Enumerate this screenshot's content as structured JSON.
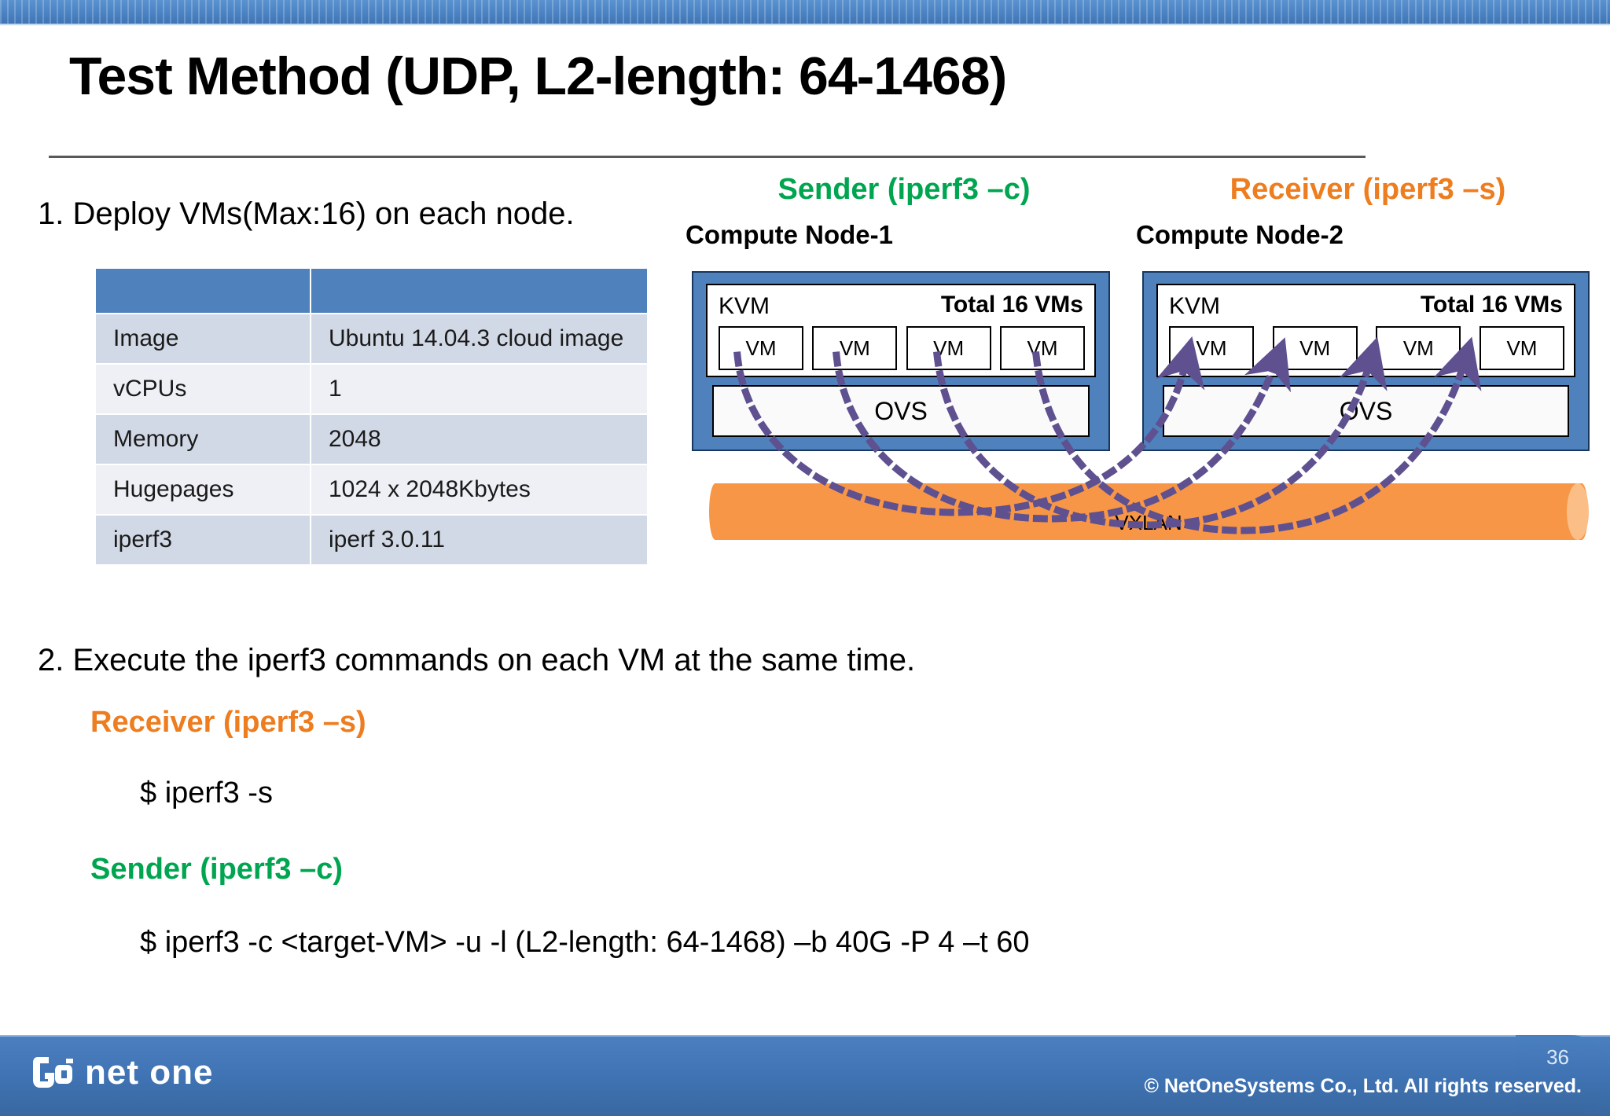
{
  "slide": {
    "title": "Test Method (UDP, L2-length: 64-1468)",
    "step1": "1. Deploy VMs(Max:16) on each node.",
    "step2": "2. Execute the iperf3 commands on each VM at the same time."
  },
  "spec_table": {
    "header": [
      "",
      ""
    ],
    "rows": [
      {
        "key": "Image",
        "value": "Ubuntu 14.04.3 cloud image"
      },
      {
        "key": "vCPUs",
        "value": "1"
      },
      {
        "key": "Memory",
        "value": "2048"
      },
      {
        "key": "Hugepages",
        "value": "1024 x 2048Kbytes"
      },
      {
        "key": "iperf3",
        "value": "iperf 3.0.11"
      }
    ]
  },
  "commands": {
    "receiver_label": "Receiver (iperf3 –s)",
    "receiver_cmd": "$ iperf3 -s",
    "sender_label": "Sender (iperf3 –c)",
    "sender_cmd": "$ iperf3 -c <target-VM> -u -l (L2-length: 64-1468) –b 40G -P 4 –t 60"
  },
  "diagram": {
    "sender_header": "Sender (iperf3 –c)",
    "receiver_header": "Receiver (iperf3 –s)",
    "node1": {
      "label": "Compute Node-1",
      "kvm": "KVM",
      "total": "Total 16 VMs",
      "vms": [
        "VM",
        "VM",
        "VM",
        "VM"
      ],
      "switch": "OVS"
    },
    "node2": {
      "label": "Compute Node-2",
      "kvm": "KVM",
      "total": "Total 16 VMs",
      "vms": [
        "VM",
        "VM",
        "VM",
        "VM"
      ],
      "switch": "OVS"
    },
    "transport": "VXLAN"
  },
  "footer": {
    "logo_text": "net one",
    "logo_icon": "netone-logo-icon",
    "page_number": "36",
    "copyright": "© NetOneSystems Co., Ltd. All rights reserved."
  },
  "colors": {
    "node_blue": "#4f81bd",
    "table_header_blue": "#4f81bd",
    "vxlan_orange": "#f79646",
    "sender_green": "#00a550",
    "receiver_orange": "#ed7d1f",
    "flow_purple": "#5f5090",
    "footer_blue": "#3f72b2"
  }
}
